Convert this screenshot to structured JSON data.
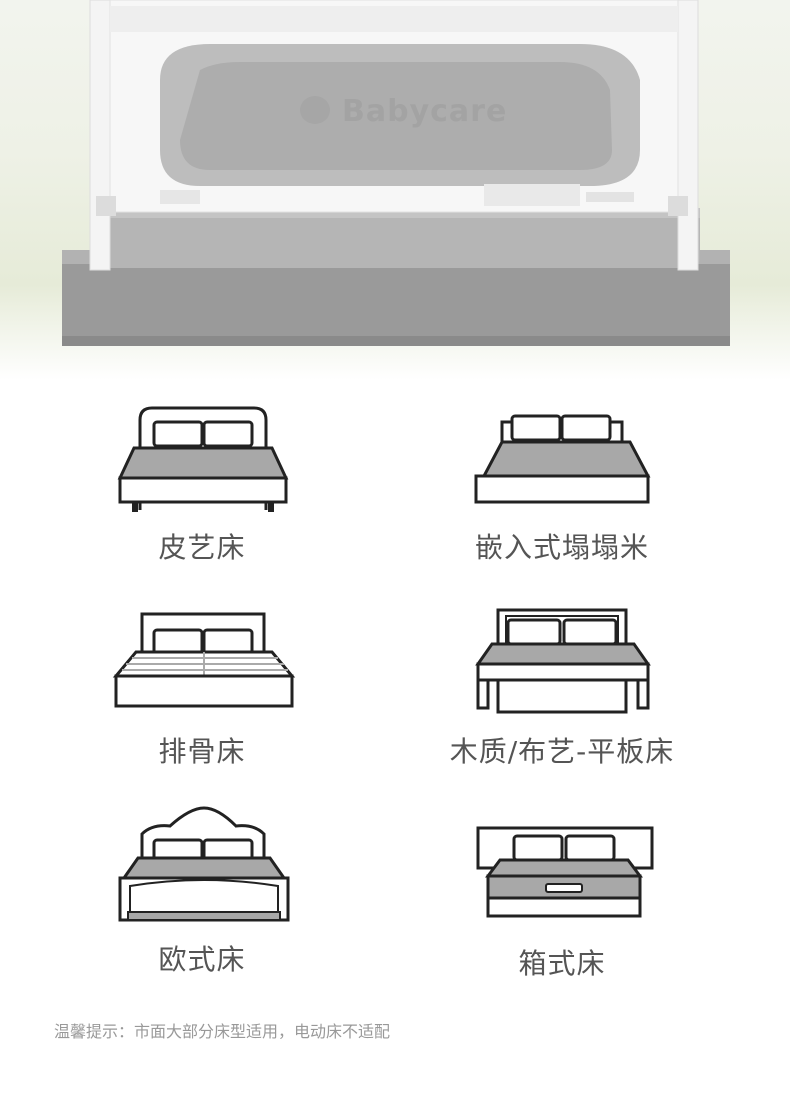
{
  "hero": {
    "brand": "Babycare"
  },
  "bed_types": [
    {
      "label": "皮艺床",
      "icon": "upholstered-bed-icon"
    },
    {
      "label": "嵌入式塌塌米",
      "icon": "tatami-bed-icon"
    },
    {
      "label": "排骨床",
      "icon": "slatted-bed-icon"
    },
    {
      "label": "木质/布艺-平板床",
      "icon": "platform-bed-icon"
    },
    {
      "label": "欧式床",
      "icon": "european-bed-icon"
    },
    {
      "label": "箱式床",
      "icon": "storage-box-bed-icon"
    }
  ],
  "tip": "温馨提示：市面大部分床型适用，电动床不适配",
  "colors": {
    "stroke": "#222222",
    "mattress": "#a8a8a8",
    "label": "#555555",
    "tip": "#999999"
  }
}
